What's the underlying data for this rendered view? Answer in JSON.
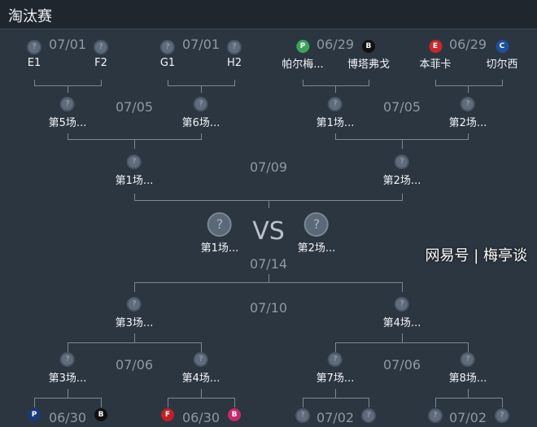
{
  "header": {
    "title": "淘汰赛"
  },
  "center": {
    "vs": "VS",
    "left_label": "第1场...",
    "right_label": "第2场...",
    "date": "07/14"
  },
  "top_round": {
    "teams": [
      {
        "label": "E1",
        "icon": "question-icon"
      },
      {
        "label": "F2",
        "icon": "question-icon"
      },
      {
        "label": "G1",
        "icon": "question-icon"
      },
      {
        "label": "H2",
        "icon": "question-icon"
      },
      {
        "label": "帕尔梅...",
        "icon": "palmeiras-crest-icon",
        "color": "#3aa55a",
        "letter": "P"
      },
      {
        "label": "博塔弗戈",
        "icon": "botafogo-crest-icon",
        "color": "#111111",
        "letter": "B"
      },
      {
        "label": "本菲卡",
        "icon": "benfica-crest-icon",
        "color": "#c8282d",
        "letter": "E"
      },
      {
        "label": "切尔西",
        "icon": "chelsea-crest-icon",
        "color": "#1f4fa0",
        "letter": "C"
      }
    ],
    "dates": [
      "07/01",
      "07/01",
      "06/29",
      "06/29"
    ]
  },
  "top_qf": {
    "labels": [
      "第5场...",
      "第6场...",
      "第1场...",
      "第2场..."
    ],
    "dates": [
      "07/05",
      "07/05"
    ]
  },
  "top_sf": {
    "labels": [
      "第1场...",
      "第2场..."
    ],
    "date": "07/09"
  },
  "bottom_sf": {
    "labels": [
      "第3场...",
      "第4场..."
    ],
    "date": "07/10"
  },
  "bottom_qf": {
    "labels": [
      "第3场...",
      "第4场...",
      "第7场...",
      "第8场..."
    ],
    "dates": [
      "07/06",
      "07/06"
    ]
  },
  "bottom_round": {
    "teams": [
      {
        "icon": "psg-crest-icon",
        "color": "#1b3a7a",
        "letter": "P"
      },
      {
        "icon": "botafogo-crest-icon",
        "color": "#111111",
        "letter": "B"
      },
      {
        "icon": "flamengo-crest-icon",
        "color": "#c21f26",
        "letter": "F"
      },
      {
        "icon": "bayern-crest-icon",
        "color": "#c8286a",
        "letter": "B"
      },
      {
        "icon": "question-icon"
      },
      {
        "icon": "question-icon"
      },
      {
        "icon": "question-icon"
      },
      {
        "icon": "question-icon"
      }
    ],
    "dates": [
      "06/30",
      "06/30",
      "07/02",
      "07/02"
    ]
  },
  "watermark": "网易号 | 梅亭谈"
}
